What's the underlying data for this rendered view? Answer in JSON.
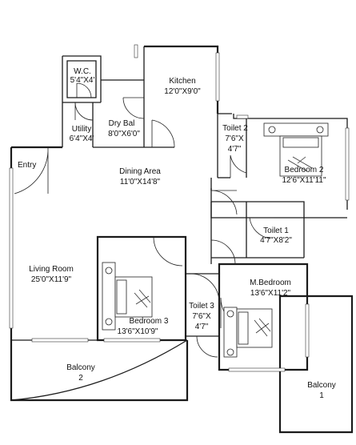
{
  "rooms": {
    "wc": {
      "name": "W.C.",
      "dim": "5'4\"X4'"
    },
    "utility": {
      "name": "Utility",
      "dim": "6'4\"X4'"
    },
    "drybal": {
      "name": "Dry Bal",
      "dim": "8'0\"X6'0\""
    },
    "kitchen": {
      "name": "Kitchen",
      "dim": "12'0\"X9'0\""
    },
    "toilet2": {
      "name": "Toilet 2",
      "dim1": "7'6\"X",
      "dim2": "4'7\""
    },
    "bedroom2": {
      "name": "Bedroom 2",
      "dim": "12'6\"X11'11\""
    },
    "entry": {
      "name": "Entry"
    },
    "dining": {
      "name": "Dining Area",
      "dim": "11'0\"X14'8\""
    },
    "toilet1": {
      "name": "Toilet 1",
      "dim": "4'7\"X8'2\""
    },
    "living": {
      "name": "Living Room",
      "dim": "25'0\"X11'9\""
    },
    "mbedroom": {
      "name": "M.Bedroom",
      "dim": "13'6\"X11'2\""
    },
    "toilet3": {
      "name": "Toilet 3",
      "dim1": "7'6\"X",
      "dim2": "4'7\""
    },
    "bedroom3": {
      "name": "Bedroom 3",
      "dim": "13'6\"X10'9\""
    },
    "balcony2": {
      "name": "Balcony",
      "num": "2"
    },
    "balcony1": {
      "name": "Balcony",
      "num": "1"
    }
  }
}
